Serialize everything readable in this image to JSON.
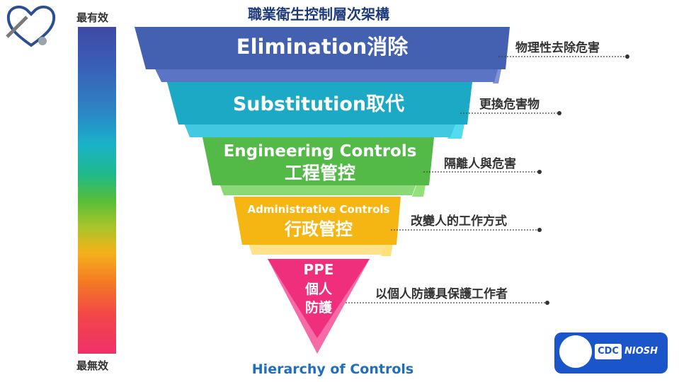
{
  "title": "職業衛生控制層次架構",
  "footer": "Hierarchy of Controls",
  "bar": {
    "top_label": "最有效",
    "bottom_label": "最無效"
  },
  "levels": [
    {
      "line1": "Elimination消除",
      "line2": "",
      "line3": "",
      "description": "物理性去除危害",
      "color": "#4361b0"
    },
    {
      "line1": "Substitution取代",
      "line2": "",
      "line3": "",
      "description": "更換危害物",
      "color": "#1ba9c6"
    },
    {
      "line1": "Engineering Controls",
      "line2": "工程管控",
      "line3": "",
      "description": "隔離人與危害",
      "color": "#53b947"
    },
    {
      "line1": "Administrative Controls",
      "line2": "行政管控",
      "line3": "",
      "description": "改變人的工作方式",
      "color": "#f5b613"
    },
    {
      "line1": "PPE",
      "line2": "個人",
      "line3": "防護",
      "description": "以個人防護具保護工作者",
      "color": "#ef2f7c"
    }
  ],
  "logos": {
    "cdc": "CDC",
    "niosh": "NIOSH"
  },
  "icons": {
    "stethoscope": "stethoscope-heart-icon",
    "seal": "hhs-seal-icon"
  }
}
